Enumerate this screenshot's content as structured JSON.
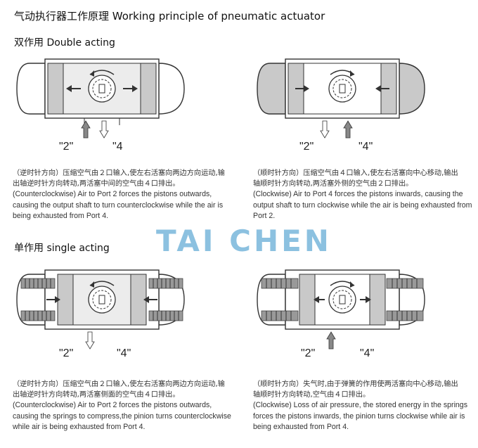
{
  "page": {
    "title": "气动执行器工作原理 Working principle of pneumatic actuator",
    "watermark": "TAI CHEN"
  },
  "double_acting": {
    "heading": "双作用  Double acting",
    "left": {
      "port_a": "\"2\"",
      "port_b": "\"4",
      "zh_line1": "（逆时针方向）压缩空气由２口输入,使左右活塞向两边方向运动,输",
      "zh_line2": "出轴逆时针方向转动,两活塞中间的空气由４口排出。",
      "en": "(Counterclockwise) Air to Port 2 forces the pistons outwards, causing the output shaft to turn counterclockwise while the air is being exhausted from Port 4."
    },
    "right": {
      "port_a": "\"2\"",
      "port_b": "\"4\"",
      "zh_line1": "（顺时针方向）压缩空气由４口输入,使左右活塞向中心移动,输出",
      "zh_line2": "轴顺时针方向转动,两活塞外侧的空气由２口排出。",
      "en": "(Clockwise) Air to Port 4 forces the pistons inwards, causing the output shaft to turn clockwise while the air is being exhausted from Port 2."
    }
  },
  "single_acting": {
    "heading": "单作用  single acting",
    "left": {
      "port_a": "\"2\"",
      "port_b": "\"4\"",
      "zh_line1": "（逆时针方向）压缩空气由２口输入,使左右活塞向两边方向运动,输",
      "zh_line2": "出轴逆时针方向转动,两活塞侧面的空气由４口排出。",
      "en": "(Counterclockwise) Air to Port 2 forces the pistons outwards, causing the springs to compress,the pinion turns counterclockwise while air is being exhausted from Port 4."
    },
    "right": {
      "port_a": "\"2\"",
      "port_b": "\"4\"",
      "zh_line1": "（顺时针方向）失气时,由于弹簧的作用使两活塞向中心移动,输出",
      "zh_line2": "轴顺时针方向转动,空气由４口排出。",
      "en": "(Clockwise) Loss of air pressure, the stored energy in the springs forces the pistons inwards, the pinion turns clockwise while air is being exhausted from Port 4."
    }
  },
  "colors": {
    "chamber_active": "#c9c9c9",
    "body_outline": "#333333",
    "watermark": "#2f8fc8"
  }
}
